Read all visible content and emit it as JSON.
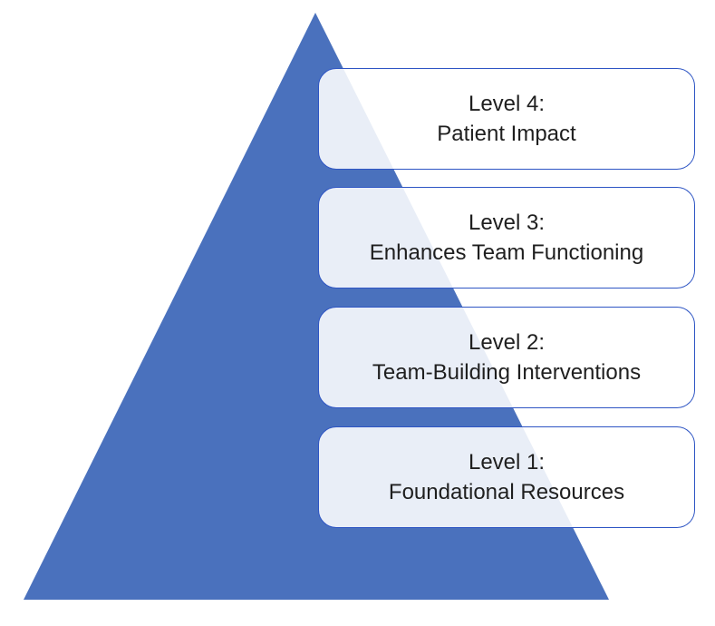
{
  "diagram": {
    "type": "pyramid",
    "description": "Four-level pyramid with labeled level boxes overlapping the triangle from top (Level 4) to bottom (Level 1)",
    "levels": [
      {
        "id": "level-4",
        "line1": "Level 4:",
        "line2": "Patient Impact"
      },
      {
        "id": "level-3",
        "line1": "Level 3:",
        "line2": "Enhances Team Functioning"
      },
      {
        "id": "level-2",
        "line1": "Level 2:",
        "line2": "Team-Building Interventions"
      },
      {
        "id": "level-1",
        "line1": "Level 1:",
        "line2": "Foundational Resources"
      }
    ],
    "colors": {
      "pyramid_fill": "#4a71bd",
      "box_border": "#2e55c4",
      "box_fill": "rgba(255,255,255,0.88)",
      "box_tint_over_pyramid": "#e9eef7",
      "text": "#1f1f1f",
      "background": "#ffffff"
    }
  }
}
